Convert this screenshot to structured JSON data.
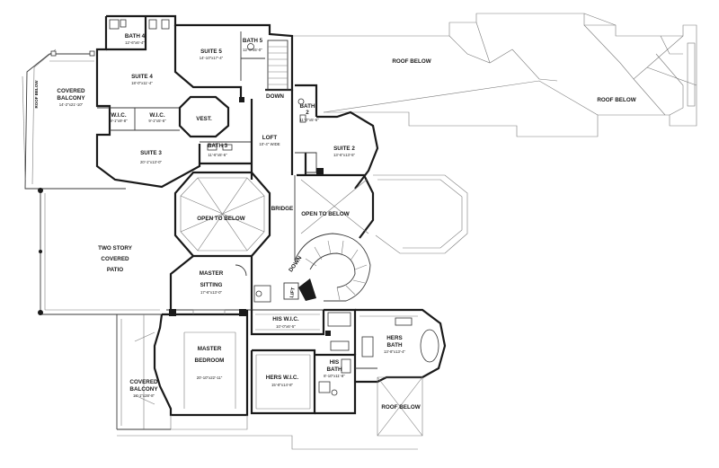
{
  "rooms": {
    "bath4": {
      "name": "BATH 4",
      "dim": "12'-6\"x6'-4\""
    },
    "suite5": {
      "name": "SUITE 5",
      "dim": "14'-10\"x17'-4\""
    },
    "bath5": {
      "name": "BATH 5",
      "dim": "12'-0\"x5'-0\""
    },
    "suite4": {
      "name": "SUITE 4",
      "dim": "18'-0\"x11'-4\""
    },
    "covered_balcony_1": {
      "name_line1": "COVERED",
      "name_line2": "BALCONY",
      "dim": "14'-2\"x21'-10\""
    },
    "wic_a": {
      "name": "W.I.C.",
      "dim": "9'-1\"x9'-8\""
    },
    "wic_b": {
      "name": "W.I.C.",
      "dim": "9'-1\"x5'-6\""
    },
    "vest": {
      "name": "VEST."
    },
    "bath3": {
      "name": "BATH 3",
      "dim": "11'-6\"x5'-6\""
    },
    "suite3": {
      "name": "SUITE 3",
      "dim": "20'-1\"x13'-0\""
    },
    "bath2": {
      "name_line1": "BATH",
      "name_line2": "2",
      "dim": "11'-0\"x5'-6\""
    },
    "loft": {
      "name": "LOFT",
      "dim": "10'-4\" WIDE"
    },
    "suite2": {
      "name": "SUITE 2",
      "dim": "13'-6\"x13'-5\""
    },
    "open_to_below_1": {
      "name": "OPEN TO BELOW"
    },
    "bridge": {
      "name": "BRIDGE"
    },
    "open_to_below_2": {
      "name": "OPEN TO BELOW"
    },
    "patio": {
      "line1": "TWO STORY",
      "line2": "COVERED",
      "line3": "PATIO"
    },
    "master_sitting": {
      "name_line1": "MASTER",
      "name_line2": "SITTING",
      "dim": "17'-6\"x13'-0\""
    },
    "his_wic": {
      "name": "HIS W.I.C.",
      "dim": "10'-0\"x6'-5\""
    },
    "hers_bath": {
      "name_line1": "HERS",
      "name_line2": "BATH",
      "dim": "13'-8\"x13'-4\""
    },
    "master_bedroom": {
      "name_line1": "MASTER",
      "name_line2": "BEDROOM",
      "dim": "20'-10\"x22'-11\""
    },
    "hers_wic": {
      "name": "HERS W.I.C.",
      "dim": "15'-8\"x14'-8\""
    },
    "his_bath": {
      "name_line1": "HIS",
      "name_line2": "BATH",
      "dim": "8'-10\"x11'-8\""
    },
    "covered_balcony_2": {
      "name_line1": "COVERED",
      "name_line2": "BALCONY",
      "dim": "13'-1\"x28'-8\""
    }
  },
  "annotations": {
    "roof_below_top": "ROOF BELOW",
    "roof_below_right": "ROOF BELOW",
    "roof_below_left": "ROOF BELOW",
    "roof_below_bottom": "ROOF BELOW",
    "down_upper": "DOWN",
    "down_stair": "DOWN",
    "lift": "LIFT"
  }
}
